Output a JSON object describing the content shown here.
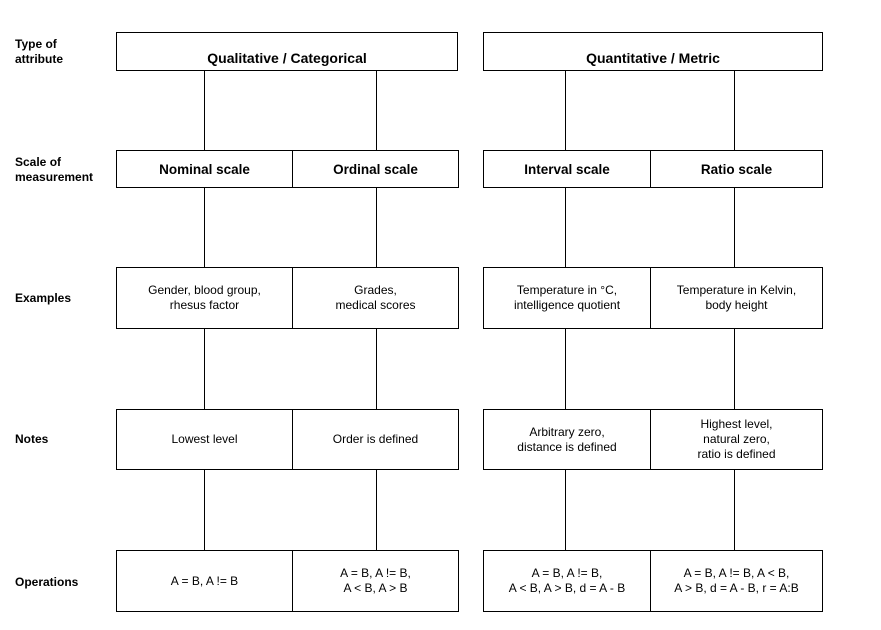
{
  "row_labels": {
    "type": "Type of\nattribute",
    "scale": "Scale of\nmeasurement",
    "examples": "Examples",
    "notes": "Notes",
    "operations": "Operations"
  },
  "attribute_types": {
    "qualitative": "Qualitative / Categorical",
    "quantitative": "Quantitative / Metric"
  },
  "scales": {
    "nominal": "Nominal scale",
    "ordinal": "Ordinal scale",
    "interval": "Interval scale",
    "ratio": "Ratio scale"
  },
  "examples": {
    "nominal": "Gender, blood group,\nrhesus factor",
    "ordinal": "Grades,\nmedical scores",
    "interval": "Temperature in °C,\nintelligence quotient",
    "ratio": "Temperature in Kelvin,\nbody height"
  },
  "notes": {
    "nominal": "Lowest level",
    "ordinal": "Order is defined",
    "interval": "Arbitrary zero,\ndistance is defined",
    "ratio": "Highest level,\nnatural zero,\nratio is defined"
  },
  "operations": {
    "nominal": "A = B, A != B",
    "ordinal": "A = B, A != B,\nA < B, A > B",
    "interval": "A = B, A != B,\nA < B, A > B, d = A - B",
    "ratio": "A = B, A != B,  A < B,\nA > B, d = A - B, r = A:B"
  }
}
